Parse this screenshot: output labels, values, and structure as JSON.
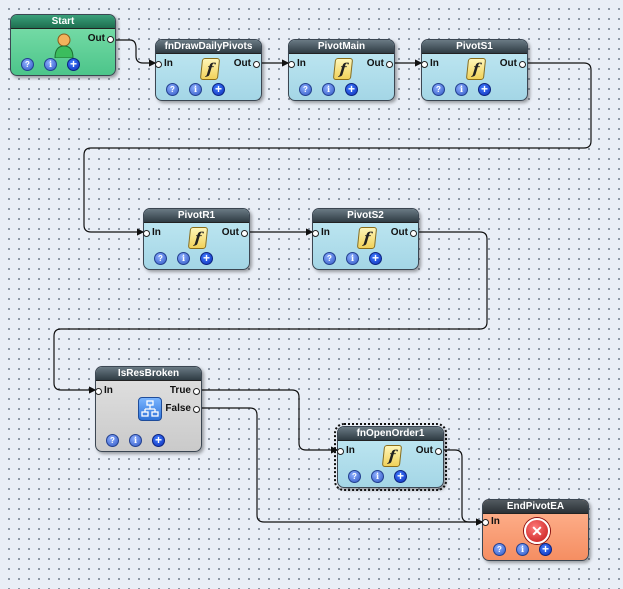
{
  "colors": {
    "func_node": "#a4d6e6",
    "start_node": "#4cc58a",
    "condition_node": "#cacaca",
    "end_node": "#f58e62",
    "header": "#2f3c44",
    "wire": "#111111"
  },
  "nodes": {
    "start": {
      "title": "Start",
      "out": "Out",
      "icon": "person-icon"
    },
    "n1": {
      "title": "fnDrawDailyPivots",
      "in": "In",
      "out": "Out",
      "icon": "function-icon"
    },
    "n2": {
      "title": "PivotMain",
      "in": "In",
      "out": "Out",
      "icon": "function-icon"
    },
    "n3": {
      "title": "PivotS1",
      "in": "In",
      "out": "Out",
      "icon": "function-icon"
    },
    "n4": {
      "title": "PivotR1",
      "in": "In",
      "out": "Out",
      "icon": "function-icon"
    },
    "n5": {
      "title": "PivotS2",
      "in": "In",
      "out": "Out",
      "icon": "function-icon"
    },
    "cond": {
      "title": "IsResBroken",
      "in": "In",
      "true": "True",
      "false": "False",
      "icon": "condition-icon"
    },
    "n6": {
      "title": "fnOpenOrder1",
      "in": "In",
      "out": "Out",
      "icon": "function-icon"
    },
    "end": {
      "title": "EndPivotEA",
      "in": "In",
      "icon": "stop-icon"
    }
  },
  "buttons": {
    "help": "?",
    "info": "i",
    "add": "+"
  },
  "icons": {
    "function": "f",
    "stop": "✕"
  }
}
